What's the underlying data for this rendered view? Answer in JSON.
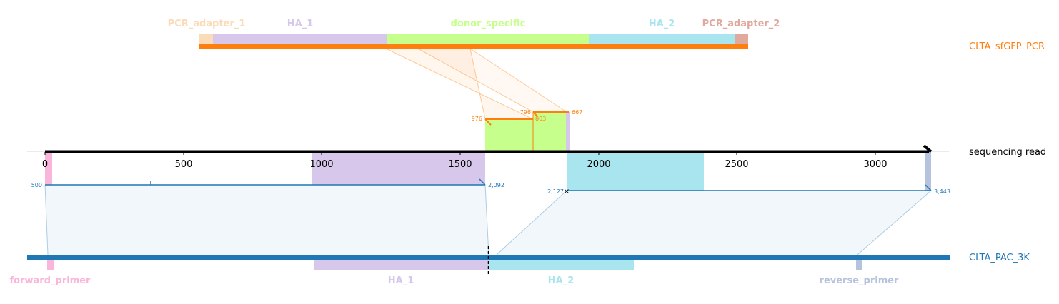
{
  "tracks": {
    "top": "CLTA_sfGFP_PCR",
    "middle": "sequencing read",
    "bottom": "CLTA_PAC_3K"
  },
  "colors": {
    "orange": "#ff7f0e",
    "blue": "#1f77b4",
    "pcr_adapter_1": "#fbdcb9",
    "pcr_adapter_2": "#e0a99e",
    "ha_1": "#d7c8eb",
    "ha_2": "#a8e5ee",
    "donor_specific": "#c6ff8c",
    "forward_primer": "#f9b6da",
    "reverse_primer": "#b6c3dc"
  },
  "top_features": [
    {
      "id": "pcr_adapter_1",
      "label": "PCR_adapter_1"
    },
    {
      "id": "ha_1",
      "label": "HA_1"
    },
    {
      "id": "donor_specific",
      "label": "donor_specific"
    },
    {
      "id": "ha_2",
      "label": "HA_2"
    },
    {
      "id": "pcr_adapter_2",
      "label": "PCR_adapter_2"
    }
  ],
  "bottom_features": [
    {
      "id": "forward_primer",
      "label": "forward_primer"
    },
    {
      "id": "ha_1",
      "label": "HA_1"
    },
    {
      "id": "ha_2",
      "label": "HA_2"
    },
    {
      "id": "reverse_primer",
      "label": "reverse_primer"
    }
  ],
  "read_axis": {
    "ticks": [
      "0",
      "500",
      "1000",
      "1500",
      "2000",
      "2500",
      "3000"
    ]
  },
  "alignment_numbers": {
    "top": [
      "976",
      "796",
      "803",
      "667"
    ],
    "bottom": [
      "500",
      "2,092",
      "2,127",
      "3,443"
    ]
  }
}
